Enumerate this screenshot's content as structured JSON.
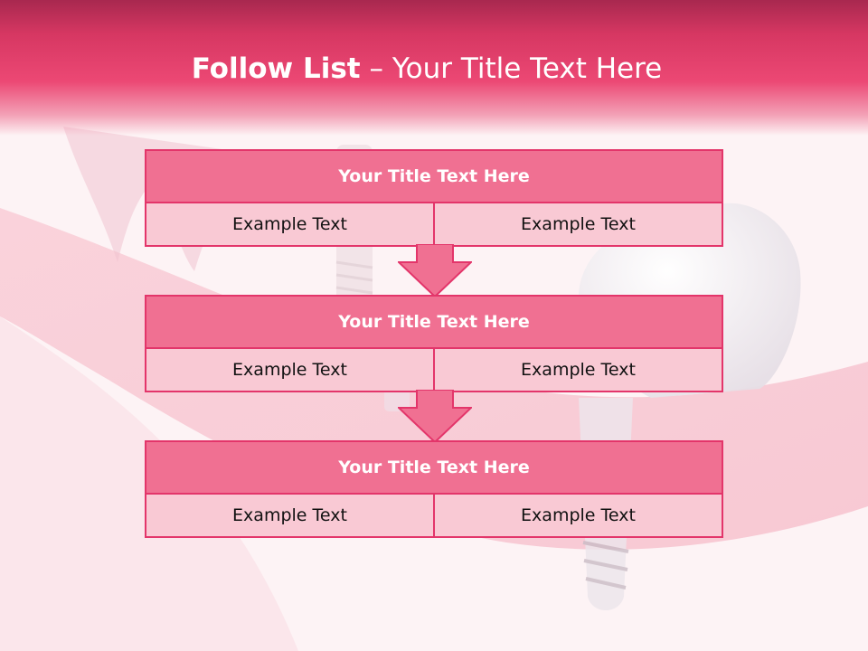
{
  "header": {
    "title_bold": "Follow List",
    "title_rest": " – Your Title Text Here"
  },
  "blocks": [
    {
      "title": "Your Title Text Here",
      "cells": [
        "Example Text",
        "Example Text"
      ]
    },
    {
      "title": "Your Title Text Here",
      "cells": [
        "Example Text",
        "Example Text"
      ]
    },
    {
      "title": "Your Title Text Here",
      "cells": [
        "Example Text",
        "Example Text"
      ]
    }
  ],
  "colors": {
    "header": "#ec4874",
    "block_border": "#e3356a",
    "block_head": "#f07092",
    "block_body": "#f9c9d4"
  },
  "icons": [
    "down-arrow-icon",
    "down-arrow-icon"
  ]
}
